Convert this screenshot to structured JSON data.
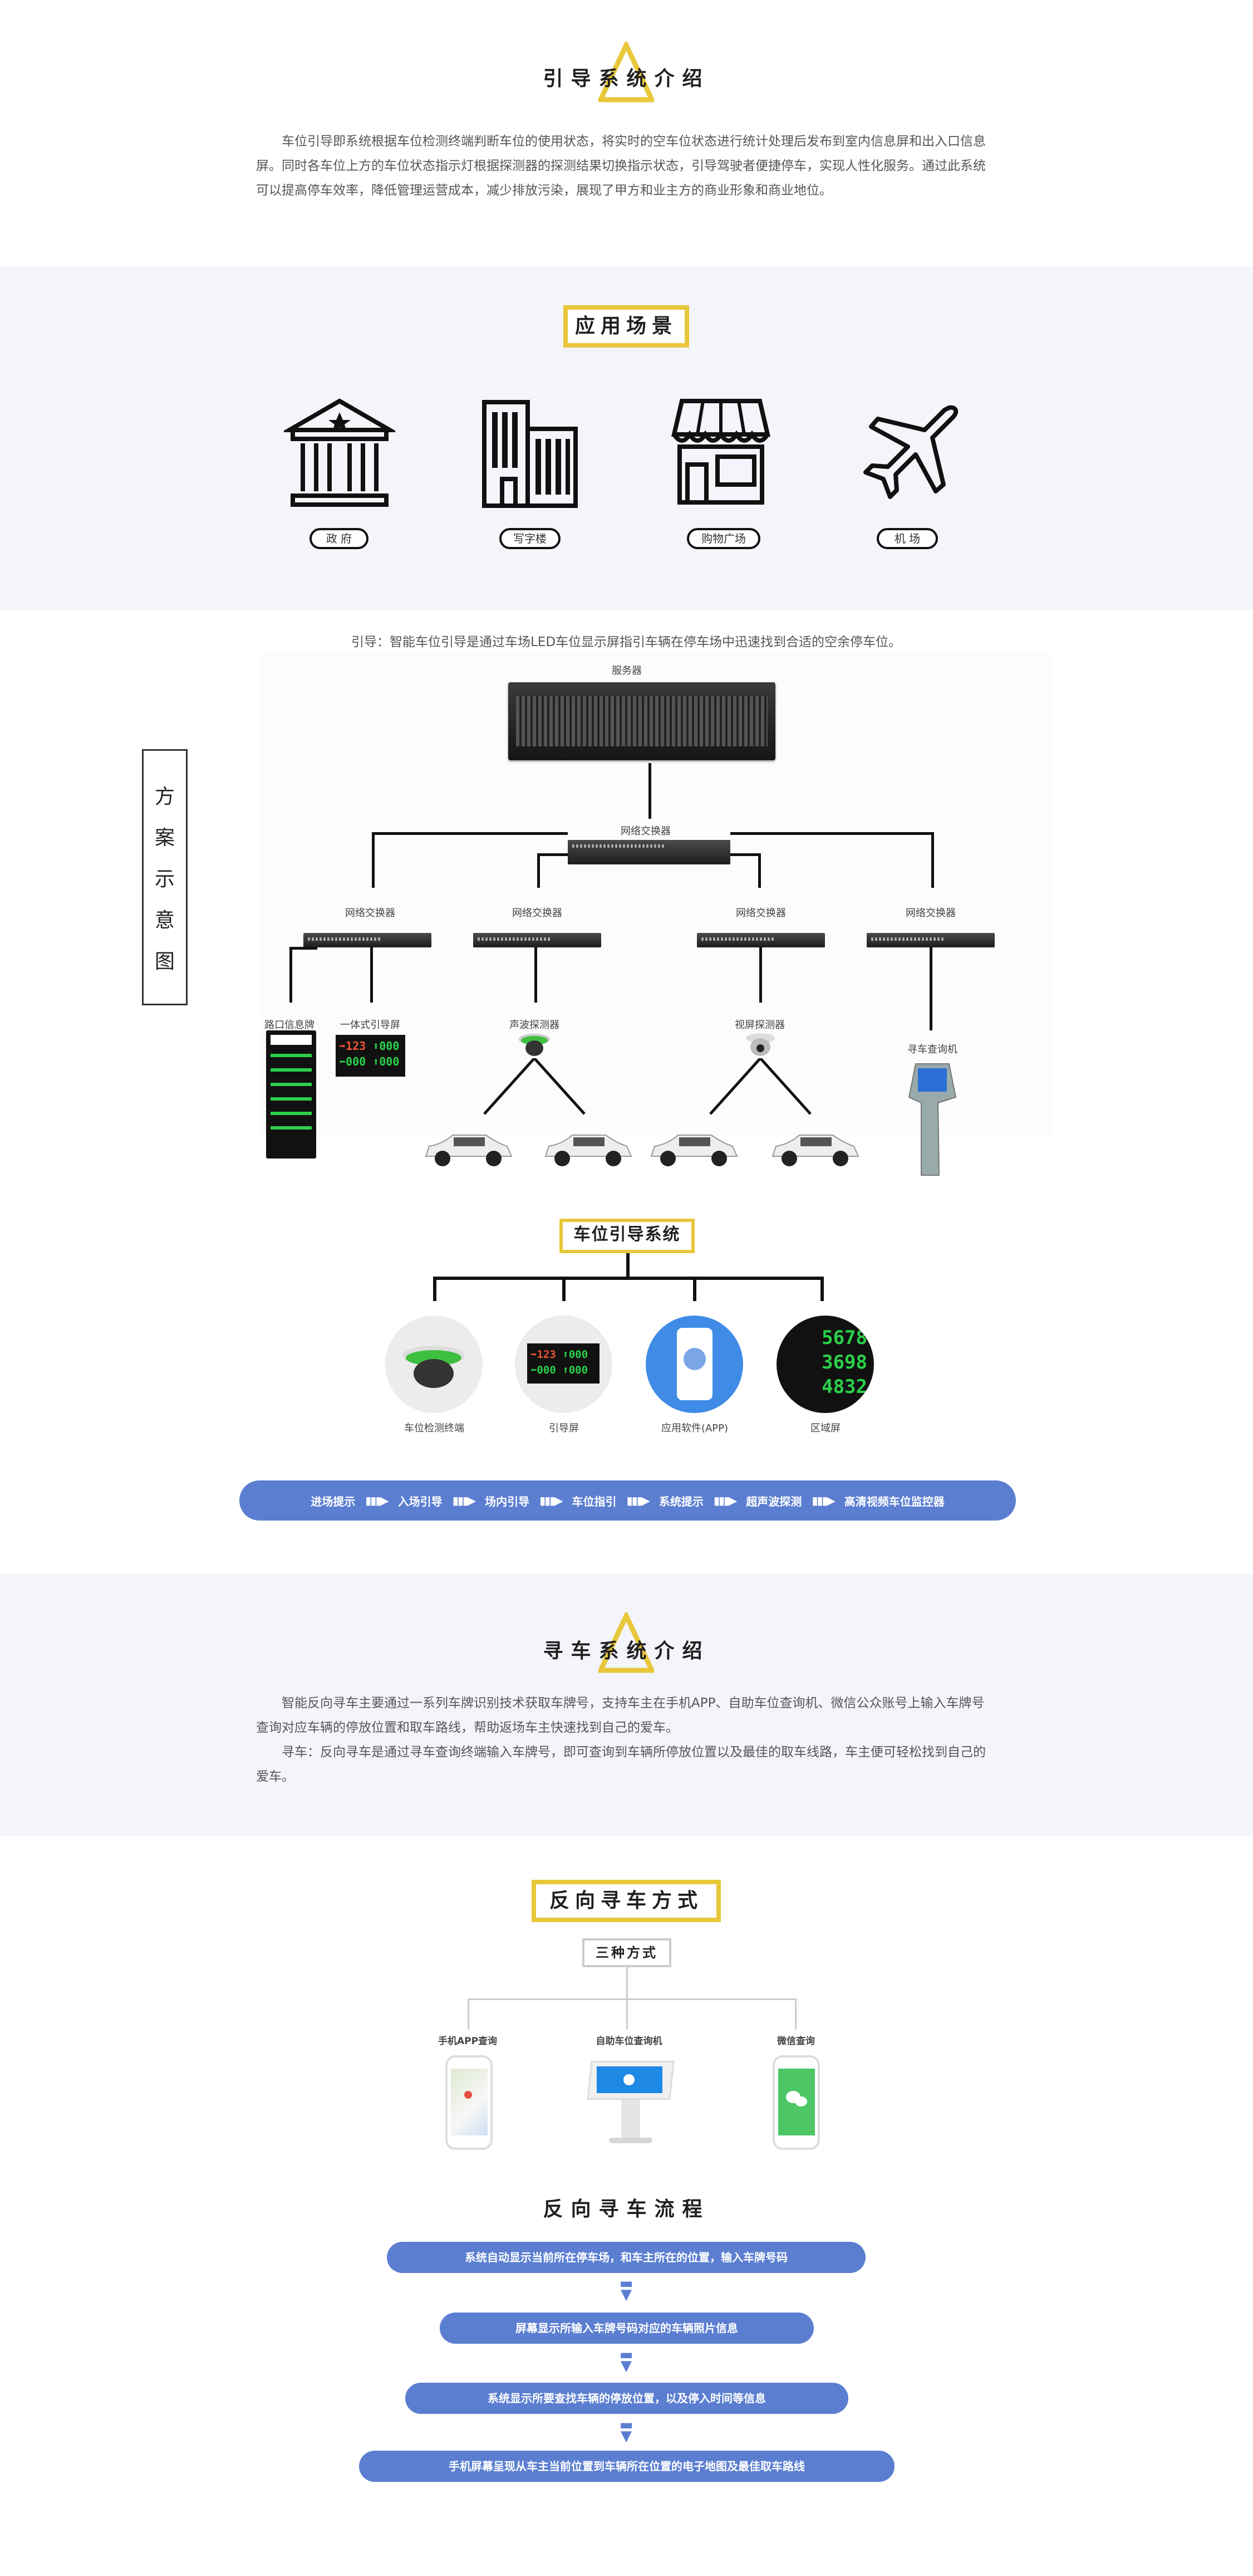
{
  "intro": {
    "title": "引导系统介绍",
    "text": "车位引导即系统根据车位检测终端判断车位的使用状态，将实时的空车位状态进行统计处理后发布到室内信息屏和出入口信息屏。同时各车位上方的车位状态指示灯根据探测器的探测结果切换指示状态，引导驾驶者便捷停车，实现人性化服务。通过此系统可以提高停车效率，降低管理运营成本，减少排放污染，展现了甲方和业主方的商业形象和商业地位。"
  },
  "scenes": {
    "title": "应用场景",
    "items": [
      {
        "label": "政 府",
        "icon": "government-building-icon"
      },
      {
        "label": "写字楼",
        "icon": "office-building-icon"
      },
      {
        "label": "购物广场",
        "icon": "shopping-mall-icon"
      },
      {
        "label": "机 场",
        "icon": "airplane-icon"
      }
    ]
  },
  "scheme": {
    "side_title": "方案示意图",
    "side_chars": [
      "方",
      "案",
      "示",
      "意",
      "图"
    ],
    "caption": "引导：智能车位引导是通过车场LED车位显示屏指引车辆在停车场中迅速找到合适的空余停车位。",
    "server_label": "服务器",
    "core_switch_label": "网络交换器",
    "switches": [
      "网络交换器",
      "网络交换器",
      "网络交换器",
      "网络交换器"
    ],
    "devices": {
      "entrance_sign": "路口信息牌",
      "guide_screen": "一体式引导屏",
      "ultrasonic": "声波探测器",
      "video": "视屏探测器",
      "kiosk": "寻车查询机"
    },
    "screen_values": {
      "a": "123",
      "b": "000",
      "c": "000",
      "d": "000"
    }
  },
  "guidance": {
    "title": "车位引导系统",
    "items": [
      {
        "label": "车位检测终端"
      },
      {
        "label": "引导屏"
      },
      {
        "label": "应用软件(APP)"
      },
      {
        "label": "区域屏"
      }
    ],
    "region_numbers": [
      "5678",
      "3698",
      "4832"
    ],
    "flow": [
      "进场提示",
      "入场引导",
      "场内引导",
      "车位指引",
      "系统提示",
      "超声波探测",
      "高清视频车位监控器"
    ]
  },
  "find": {
    "title": "寻车系统介绍",
    "text1": "智能反向寻车主要通过一系列车牌识别技术获取车牌号，支持车主在手机APP、自助车位查询机、微信公众账号上输入车牌号查询对应车辆的停放位置和取车路线，帮助返场车主快速找到自己的爱车。",
    "text2": "寻车：反向寻车是通过寻车查询终端输入车牌号，即可查询到车辆所停放位置以及最佳的取车线路，车主便可轻松找到自己的爱车。"
  },
  "reverse": {
    "title": "反向寻车方式",
    "subtitle": "三种方式",
    "methods": [
      "手机APP查询",
      "自助车位查询机",
      "微信查询"
    ],
    "flow_title": "反向寻车流程",
    "steps": [
      "系统自动显示当前所在停车场，和车主所在的位置，输入车牌号码",
      "屏幕显示所输入车牌号码对应的车辆照片信息",
      "系统显示所要查找车辆的停放位置，以及停入时间等信息",
      "手机屏幕呈现从车主当前位置到车辆所在位置的电子地图及最佳取车路线"
    ]
  },
  "colors": {
    "accent_yellow": "#e8c73a",
    "accent_blue": "#5b7ed1",
    "band": "#f4f5fb"
  }
}
